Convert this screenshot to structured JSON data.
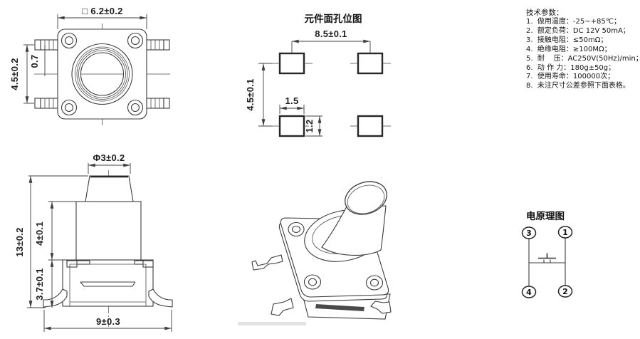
{
  "drawing": {
    "top_view": {
      "dim_width": "□ 6.2±0.2",
      "dim_lead_span": "4.5±0.2",
      "dim_lead_offset": "0.7"
    },
    "pcb_layout": {
      "title": "元件面孔位图",
      "dim_h_spacing": "8.5±0.1",
      "dim_v_spacing": "4.5±0.1",
      "dim_pad_w": "1.5",
      "dim_pad_h": "1.2"
    },
    "side_view": {
      "dim_stem_dia": "Φ3±0.2",
      "dim_total_h": "13±0.2",
      "dim_shaft_h": "4±0.1",
      "dim_base_h": "3.7±0.1",
      "dim_base_w": "9±0.3"
    },
    "schematic": {
      "title": "电原理图",
      "pin_top_left": "3",
      "pin_top_right": "1",
      "pin_bottom_left": "4",
      "pin_bottom_right": "2"
    },
    "tech_params": {
      "title": "技术参数：",
      "items": [
        "1.  做用温度：-25~+85℃；",
        "2.  额定负荷：DC 12V 50mA；",
        "3.  接触电阻：≤50mΩ；",
        "4.  绝缘电阻：≥100MΩ；",
        "5.  耐    压：AC250V(50Hz)/min；",
        "6.  动 作 力：180g±50g；",
        "7.  使用寿命：100000次；",
        "8.  未注尺寸公差参照下面表格。"
      ]
    }
  }
}
